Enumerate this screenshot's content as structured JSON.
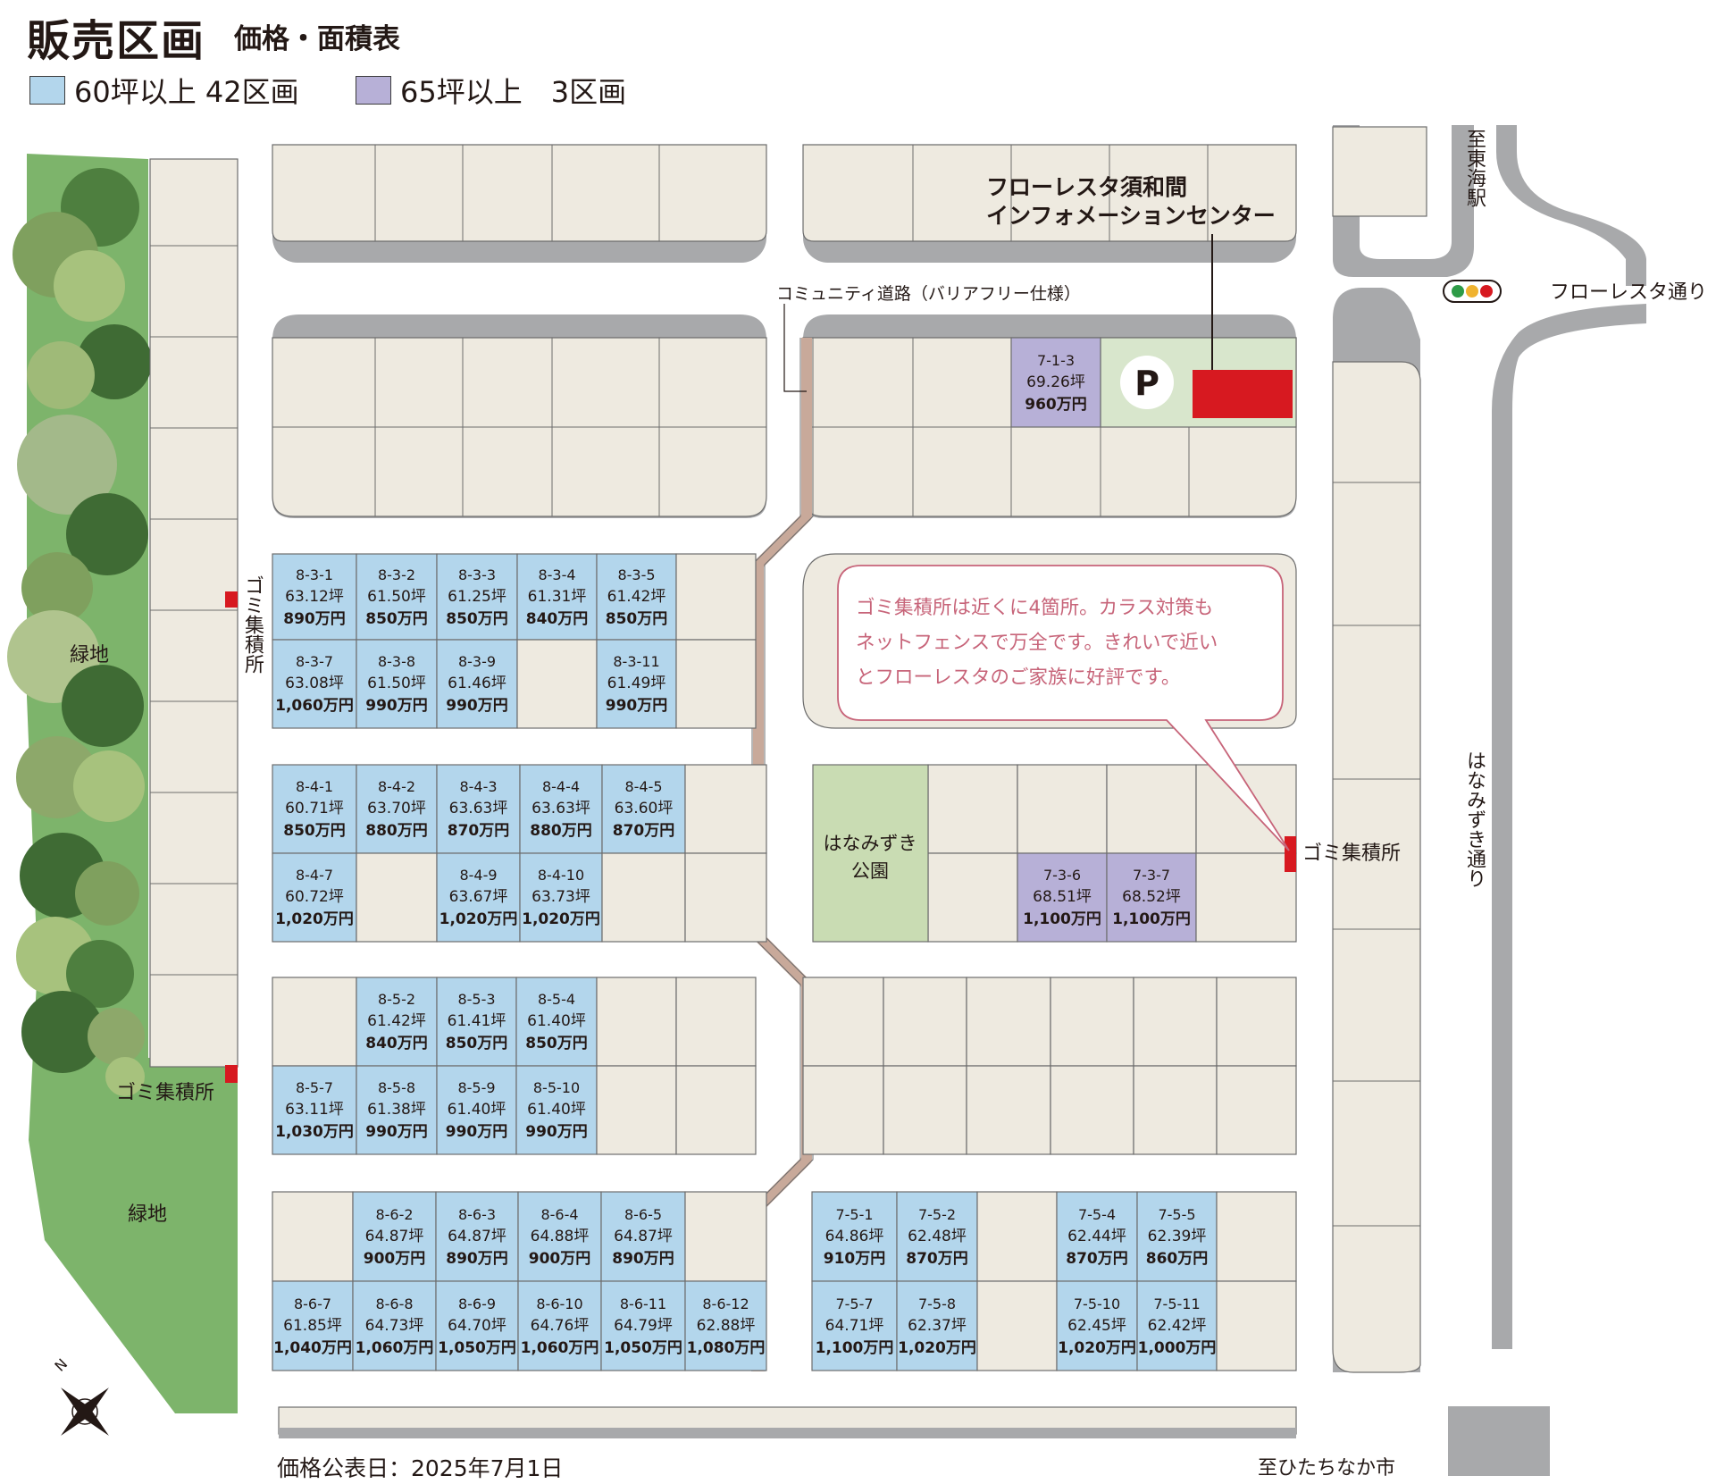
{
  "title": {
    "main": "販売区画",
    "sub": "価格・面積表"
  },
  "legend": [
    {
      "label": "60坪以上 42区画",
      "color": "#b3d6ec"
    },
    {
      "label": "65坪以上　3区画",
      "color": "#b7b0d7"
    }
  ],
  "colors": {
    "lot_blue": "#b3d6ec",
    "lot_purple": "#b7b0d7",
    "lot_other": "#eeeae0",
    "greenbelt": "#7db46b",
    "park": "#c9dcb3",
    "road_shadow": "#a8a9ab",
    "path": "#c8a99a",
    "info_center": "#d71920",
    "callout_text": "#c76479"
  },
  "lots": [
    {
      "id": "8-3-1",
      "area": "63.12坪",
      "price": "890万円",
      "type": "blue"
    },
    {
      "id": "8-3-2",
      "area": "61.50坪",
      "price": "850万円",
      "type": "blue"
    },
    {
      "id": "8-3-3",
      "area": "61.25坪",
      "price": "850万円",
      "type": "blue"
    },
    {
      "id": "8-3-4",
      "area": "61.31坪",
      "price": "840万円",
      "type": "blue"
    },
    {
      "id": "8-3-5",
      "area": "61.42坪",
      "price": "850万円",
      "type": "blue"
    },
    {
      "id": "8-3-7",
      "area": "63.08坪",
      "price": "1,060万円",
      "type": "blue"
    },
    {
      "id": "8-3-8",
      "area": "61.50坪",
      "price": "990万円",
      "type": "blue"
    },
    {
      "id": "8-3-9",
      "area": "61.46坪",
      "price": "990万円",
      "type": "blue"
    },
    {
      "id": "8-3-11",
      "area": "61.49坪",
      "price": "990万円",
      "type": "blue"
    },
    {
      "id": "8-4-1",
      "area": "60.71坪",
      "price": "850万円",
      "type": "blue"
    },
    {
      "id": "8-4-2",
      "area": "63.70坪",
      "price": "880万円",
      "type": "blue"
    },
    {
      "id": "8-4-3",
      "area": "63.63坪",
      "price": "870万円",
      "type": "blue"
    },
    {
      "id": "8-4-4",
      "area": "63.63坪",
      "price": "880万円",
      "type": "blue"
    },
    {
      "id": "8-4-5",
      "area": "63.60坪",
      "price": "870万円",
      "type": "blue"
    },
    {
      "id": "8-4-7",
      "area": "60.72坪",
      "price": "1,020万円",
      "type": "blue"
    },
    {
      "id": "8-4-9",
      "area": "63.67坪",
      "price": "1,020万円",
      "type": "blue"
    },
    {
      "id": "8-4-10",
      "area": "63.73坪",
      "price": "1,020万円",
      "type": "blue"
    },
    {
      "id": "8-5-2",
      "area": "61.42坪",
      "price": "840万円",
      "type": "blue"
    },
    {
      "id": "8-5-3",
      "area": "61.41坪",
      "price": "850万円",
      "type": "blue"
    },
    {
      "id": "8-5-4",
      "area": "61.40坪",
      "price": "850万円",
      "type": "blue"
    },
    {
      "id": "8-5-7",
      "area": "63.11坪",
      "price": "1,030万円",
      "type": "blue"
    },
    {
      "id": "8-5-8",
      "area": "61.38坪",
      "price": "990万円",
      "type": "blue"
    },
    {
      "id": "8-5-9",
      "area": "61.40坪",
      "price": "990万円",
      "type": "blue"
    },
    {
      "id": "8-5-10",
      "area": "61.40坪",
      "price": "990万円",
      "type": "blue"
    },
    {
      "id": "8-6-2",
      "area": "64.87坪",
      "price": "900万円",
      "type": "blue"
    },
    {
      "id": "8-6-3",
      "area": "64.87坪",
      "price": "890万円",
      "type": "blue"
    },
    {
      "id": "8-6-4",
      "area": "64.88坪",
      "price": "900万円",
      "type": "blue"
    },
    {
      "id": "8-6-5",
      "area": "64.87坪",
      "price": "890万円",
      "type": "blue"
    },
    {
      "id": "8-6-7",
      "area": "61.85坪",
      "price": "1,040万円",
      "type": "blue"
    },
    {
      "id": "8-6-8",
      "area": "64.73坪",
      "price": "1,060万円",
      "type": "blue"
    },
    {
      "id": "8-6-9",
      "area": "64.70坪",
      "price": "1,050万円",
      "type": "blue"
    },
    {
      "id": "8-6-10",
      "area": "64.76坪",
      "price": "1,060万円",
      "type": "blue"
    },
    {
      "id": "8-6-11",
      "area": "64.79坪",
      "price": "1,050万円",
      "type": "blue"
    },
    {
      "id": "8-6-12",
      "area": "62.88坪",
      "price": "1,080万円",
      "type": "blue"
    },
    {
      "id": "7-1-3",
      "area": "69.26坪",
      "price": "960万円",
      "type": "purple"
    },
    {
      "id": "7-3-6",
      "area": "68.51坪",
      "price": "1,100万円",
      "type": "purple"
    },
    {
      "id": "7-3-7",
      "area": "68.52坪",
      "price": "1,100万円",
      "type": "purple"
    },
    {
      "id": "7-5-1",
      "area": "64.86坪",
      "price": "910万円",
      "type": "blue"
    },
    {
      "id": "7-5-2",
      "area": "62.48坪",
      "price": "870万円",
      "type": "blue"
    },
    {
      "id": "7-5-4",
      "area": "62.44坪",
      "price": "870万円",
      "type": "blue"
    },
    {
      "id": "7-5-5",
      "area": "62.39坪",
      "price": "860万円",
      "type": "blue"
    },
    {
      "id": "7-5-7",
      "area": "64.71坪",
      "price": "1,100万円",
      "type": "blue"
    },
    {
      "id": "7-5-8",
      "area": "62.37坪",
      "price": "1,020万円",
      "type": "blue"
    },
    {
      "id": "7-5-10",
      "area": "62.45坪",
      "price": "1,020万円",
      "type": "blue"
    },
    {
      "id": "7-5-11",
      "area": "62.42坪",
      "price": "1,000万円",
      "type": "blue"
    }
  ],
  "labels": {
    "info_center": [
      "フローレスタ須和間",
      "インフォメーションセンター"
    ],
    "community_road": "コミュニティ道路（バリアフリー仕様）",
    "parking": "P",
    "to_station": "至東海駅",
    "florest_street": "フローレスタ通り",
    "hanamizuki_street": "はなみずき通り",
    "park": [
      "はなみずき",
      "公園"
    ],
    "green_upper": "緑地",
    "green_lower": "緑地",
    "garbage_vertical": "ゴミ集積所",
    "garbage_left": "ゴミ集積所",
    "garbage_right": "ゴミ集積所",
    "to_city": "至ひたちなか市",
    "compass_n": "N"
  },
  "callout": {
    "lines": [
      "ゴミ集積所は近くに4箇所。カラス対策も",
      "ネットフェンスで万全です。きれいで近い",
      "とフローレスタのご家族に好評です。"
    ]
  },
  "footer": {
    "price_date": "価格公表日：2025年7月1日"
  }
}
